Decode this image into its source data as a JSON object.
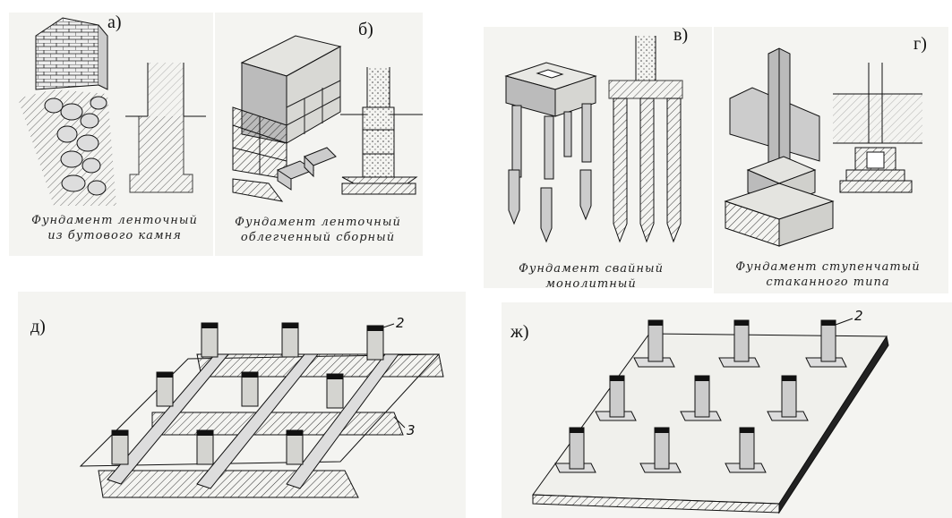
{
  "labels": {
    "a": "а)",
    "b": "б)",
    "v": "в)",
    "g": "г)",
    "d": "д)",
    "zh": "ж)"
  },
  "captions": {
    "a_line1": "Фундамент ленточный",
    "a_line2": "из бутового камня",
    "b_line1": "Фундамент ленточный",
    "b_line2": "облегченный сборный",
    "v_line1": "Фундамент свайный",
    "v_line2": "монолитный",
    "g_line1": "Фундамент ступенчатый",
    "g_line2": "стаканного типа"
  },
  "callouts": {
    "d_2": "2",
    "d_3": "3",
    "zh_2": "2"
  }
}
